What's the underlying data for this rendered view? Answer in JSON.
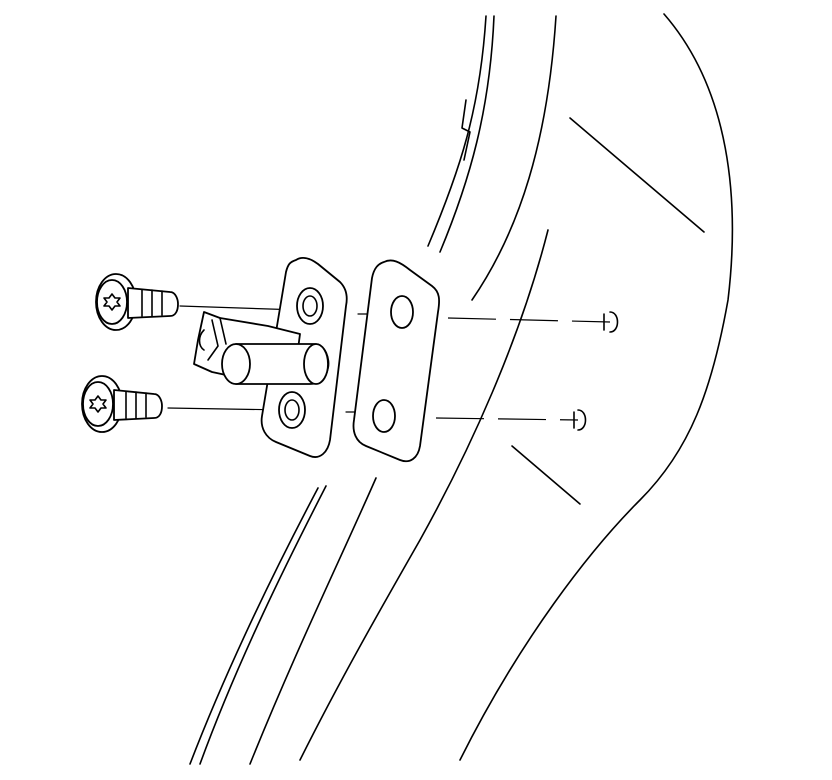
{
  "diagram": {
    "subject": "door-striker-assembly-exploded-view",
    "parts": [
      "bolt-upper",
      "bolt-lower",
      "striker",
      "shim-plate",
      "door-pillar-outline"
    ],
    "line_color": "#000000",
    "background_color": "#ffffff"
  }
}
